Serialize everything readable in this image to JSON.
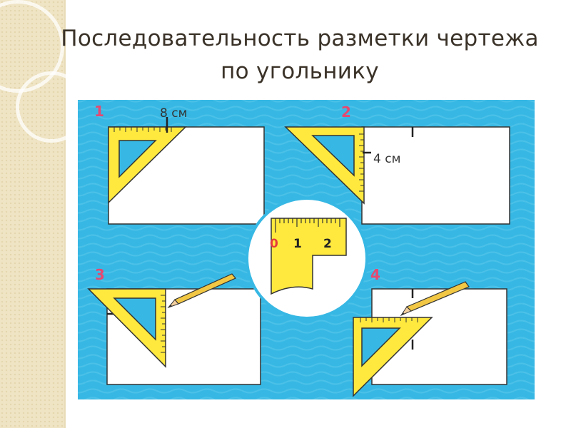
{
  "slide": {
    "title_line1": "Последовательность разметки чертежа",
    "title_line2": "по угольнику"
  },
  "figure": {
    "steps": [
      "1",
      "2",
      "3",
      "4"
    ],
    "label_step1": "8 см",
    "label_step2": "4 см",
    "ruler_marks": [
      "0",
      "1",
      "2"
    ]
  },
  "colors": {
    "background_panel": "#37b8e4",
    "sheet": "#ffffff",
    "set_square": "#ffe93e",
    "step_number": "#e54870",
    "zero_mark": "#e53b3b"
  }
}
